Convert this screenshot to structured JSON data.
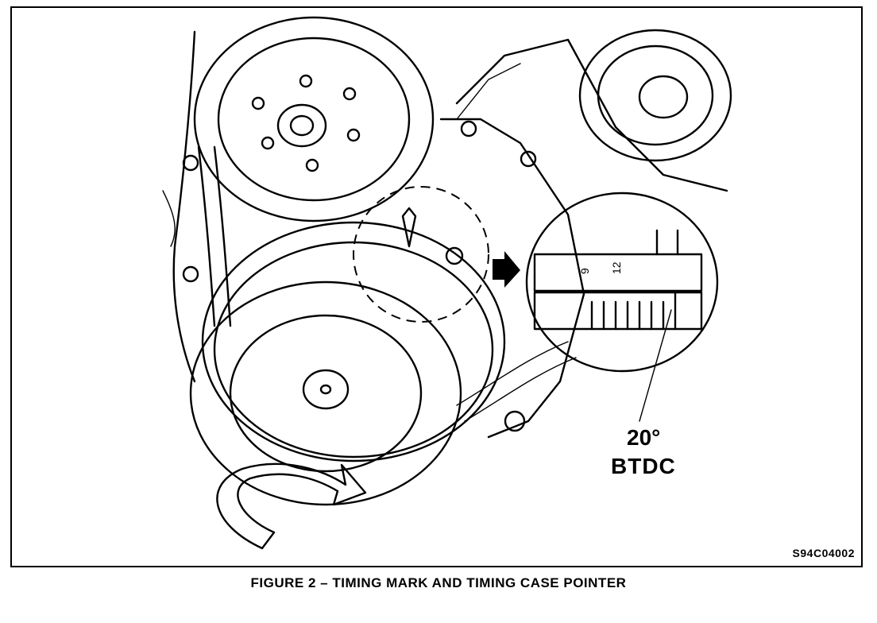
{
  "figure": {
    "code": "S94C04002",
    "caption": "FIGURE 2  –  TIMING MARK AND TIMING CASE POINTER"
  },
  "callout": {
    "degrees": "20°",
    "label": "BTDC"
  },
  "scale_marks": {
    "mark_9": "9",
    "mark_12": "12"
  }
}
